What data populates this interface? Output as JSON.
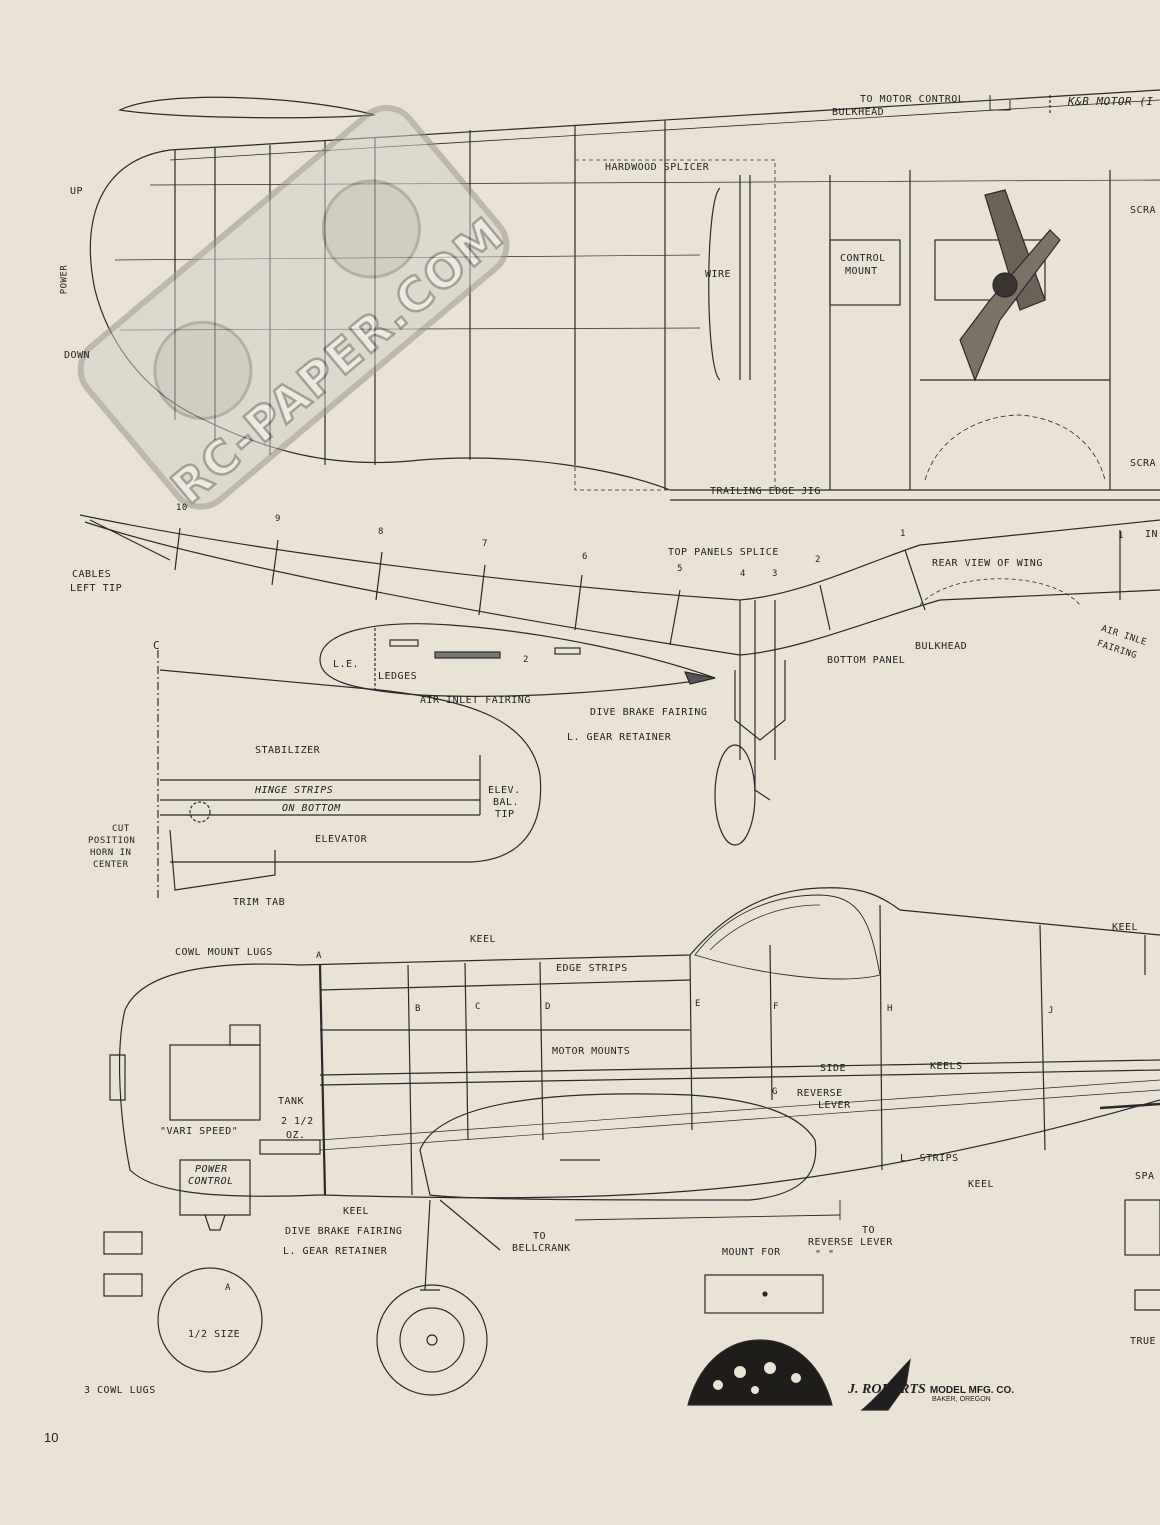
{
  "page_number": "10",
  "watermark": "RC-PAPER.COM",
  "manufacturer": {
    "name": "J. ROBERTS",
    "company": "MODEL MFG. CO.",
    "city": "BAKER, OREGON"
  },
  "wing_plan": {
    "motor_control_bulkhead": "TO MOTOR CONTROL",
    "bulkhead_b": "BULKHEAD",
    "kb_motor": "K&B MOTOR (I",
    "hardwood_splicer": "HARDWOOD SPLICER",
    "scrap_top": "SCRA",
    "scrap_bottom": "SCRA",
    "control_mount_1": "CONTROL",
    "control_mount_2": "MOUNT",
    "wire": "WIRE",
    "up": "UP",
    "power": "POWER",
    "down": "DOWN",
    "trailing_edge_jig": "TRAILING EDGE JIG"
  },
  "rear_view": {
    "cables_1": "CABLES",
    "cables_2": "LEFT TIP",
    "top_panels_splice": "TOP PANELS SPLICE",
    "rear_view_of_wing": "REAR VIEW OF WING",
    "bulkhead_c": "BULKHEAD",
    "bottom_panel": "BOTTOM PANEL",
    "air_inlet_1": "AIR INLE",
    "air_inlet_2": "FAIRING",
    "inner": "IN",
    "rib_numbers": [
      "10",
      "9",
      "8",
      "7",
      "6",
      "5",
      "4",
      "3",
      "2",
      "1",
      "1"
    ]
  },
  "rib_section": {
    "le": "L.E.",
    "ledges": "LEDGES",
    "rib_no": "2",
    "air_inlet_fairing": "AIR INLET FAIRING",
    "dive_brake_fairing": "DIVE BRAKE FAIRING",
    "gear_retainer": "L. GEAR RETAINER"
  },
  "tail": {
    "centerline": "C",
    "stabilizer": "STABILIZER",
    "hinge_strips": "HINGE STRIPS",
    "on_bottom": "ON BOTTOM",
    "elev_1": "ELEV.",
    "elev_2": "BAL.",
    "elev_3": "TIP",
    "elevator": "ELEVATOR",
    "cut_1": "CUT",
    "cut_2": "POSITION",
    "cut_3": "HORN IN",
    "cut_4": "CENTER",
    "trim_tab": "TRIM TAB"
  },
  "fuselage": {
    "cowl_mount_lugs": "COWL MOUNT LUGS",
    "keel_top": "KEEL",
    "keel_tail": "KEEL",
    "edge_strips": "EDGE STRIPS",
    "motor_mounts": "MOTOR MOUNTS",
    "side": "SIDE",
    "keels": "KEELS",
    "reverse_lever": "REVERSE",
    "reverse_lever_2": "LEVER",
    "tank": "TANK",
    "tank_2": "2 1/2",
    "tank_3": "OZ.",
    "vari_speed": "\"VARI SPEED\"",
    "power_control_1": "POWER",
    "power_control_2": "CONTROL",
    "l_strips": "L. STRIPS",
    "keel_bottom": "KEEL",
    "keel_left": "KEEL",
    "dive_brake_fairing": "DIVE BRAKE FAIRING",
    "gear_retainer": "L. GEAR RETAINER",
    "to_bellcrank_1": "TO",
    "to_bellcrank_2": "BELLCRANK",
    "to_reverse_1": "TO",
    "to_reverse_2": "REVERSE LEVER",
    "mount_for": "MOUNT FOR",
    "ditto": "\"        \"",
    "spa": "SPA",
    "true": "TRUE",
    "half_size": "1/2 SIZE",
    "cowl_lugs": "3 COWL LUGS",
    "stations": [
      "A",
      "B",
      "C",
      "D",
      "E",
      "F",
      "G",
      "H",
      "J"
    ]
  }
}
